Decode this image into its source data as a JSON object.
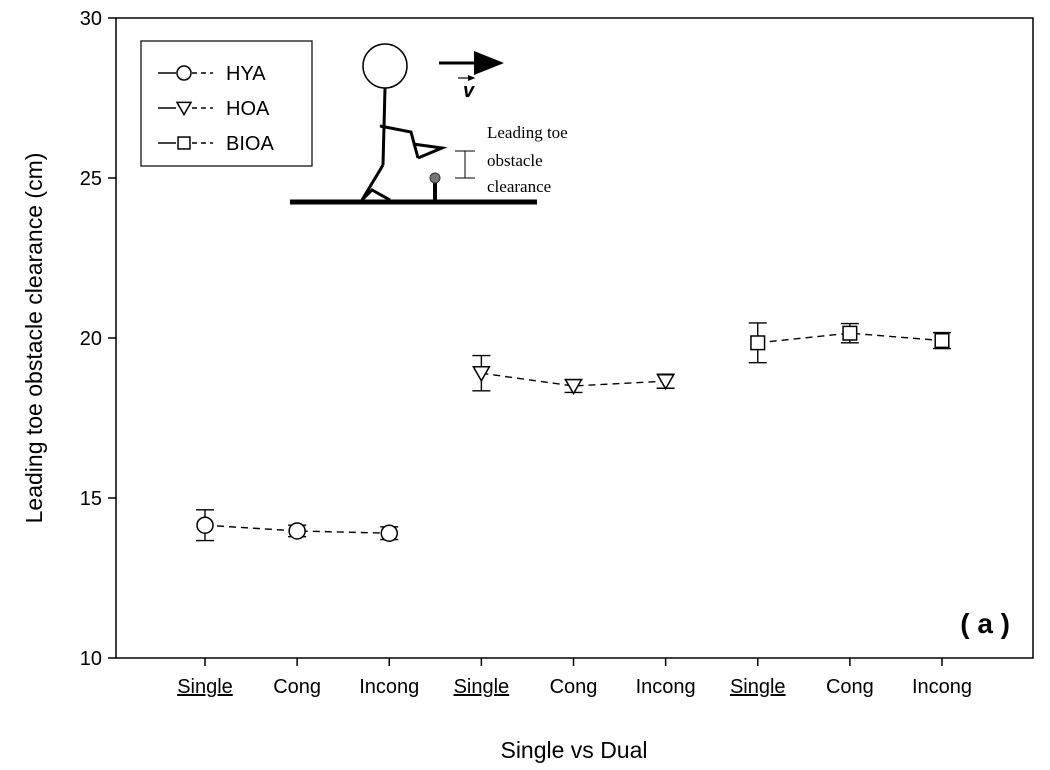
{
  "chart_data": {
    "type": "scatter",
    "title": "",
    "panel_label": "( a )",
    "xlabel": "Single vs Dual",
    "ylabel": "Leading toe obstacle clearance (cm)",
    "ylim": [
      10,
      30
    ],
    "yticks": [
      10,
      15,
      20,
      25,
      30
    ],
    "grid": false,
    "legend_position": "top-left",
    "categories": [
      "Single",
      "Cong",
      "Incong",
      "Single",
      "Cong",
      "Incong",
      "Single",
      "Cong",
      "Incong"
    ],
    "underlined_categories": [
      0,
      3,
      6
    ],
    "series": [
      {
        "name": "HYA",
        "marker": "circle",
        "x_index": [
          0,
          1,
          2
        ],
        "values": [
          14.15,
          13.97,
          13.9
        ],
        "error": [
          0.48,
          0.18,
          0.2
        ]
      },
      {
        "name": "HOA",
        "marker": "triangle-down",
        "x_index": [
          3,
          4,
          5
        ],
        "values": [
          18.9,
          18.5,
          18.65
        ],
        "error": [
          0.55,
          0.2,
          0.22
        ]
      },
      {
        "name": "BIOA",
        "marker": "square",
        "x_index": [
          6,
          7,
          8
        ],
        "values": [
          19.85,
          20.15,
          19.92
        ],
        "error": [
          0.62,
          0.3,
          0.25
        ]
      }
    ],
    "inset": {
      "annotation": [
        "Leading toe",
        "obstacle",
        "clearance"
      ],
      "velocity_label": "v"
    }
  }
}
